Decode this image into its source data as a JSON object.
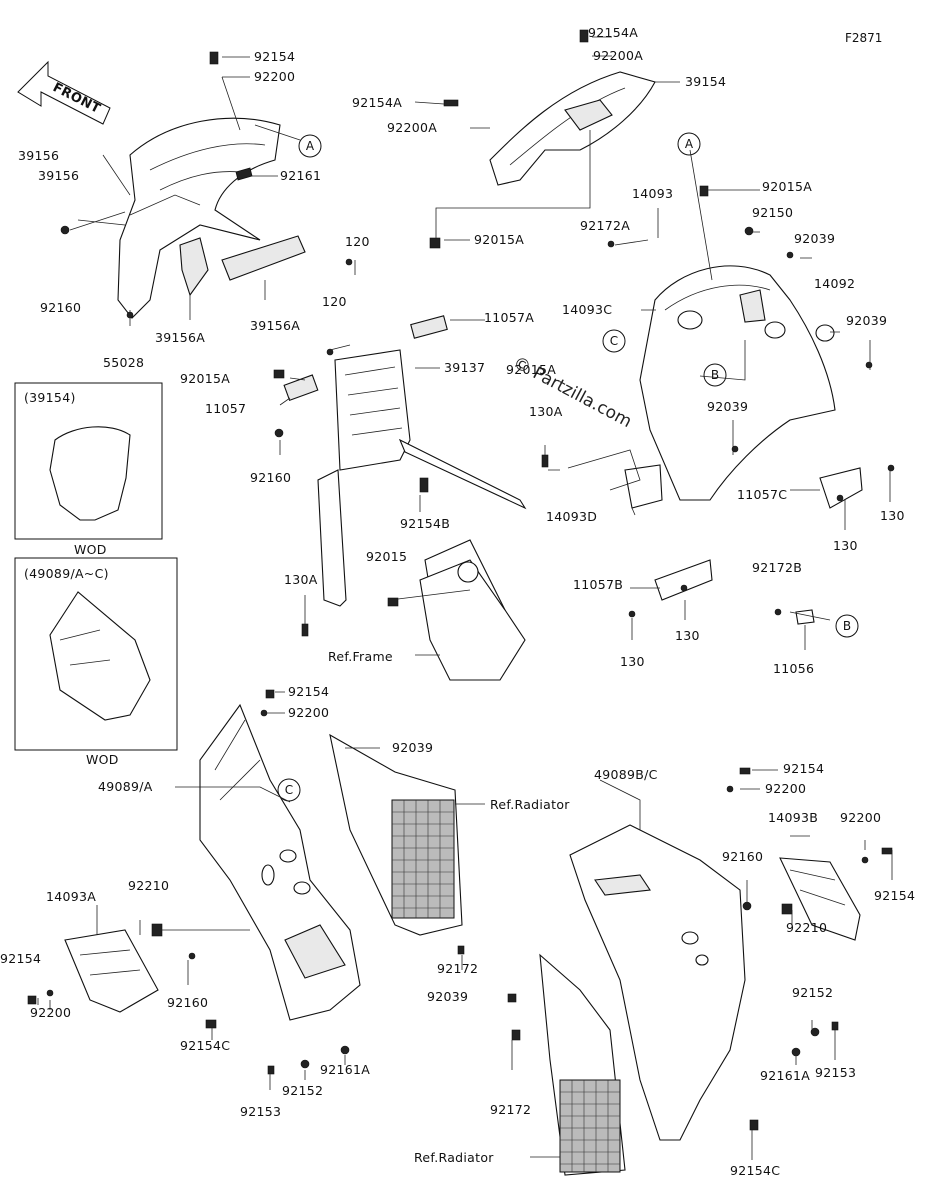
{
  "figure_id": "F2871",
  "front_label": "FRONT",
  "watermark": "© Partzilla.com",
  "ref_labels": {
    "ref_frame": "Ref.Frame",
    "ref_radiator_top": "Ref.Radiator",
    "ref_radiator_bottom": "Ref.Radiator"
  },
  "inset_boxes": [
    {
      "title": "(39154)",
      "caption": "WOD"
    },
    {
      "title": "(49089/A~C)",
      "caption": "WOD"
    }
  ],
  "callouts": [
    "A",
    "A",
    "B",
    "B",
    "C",
    "C"
  ],
  "part_labels": [
    "92154",
    "92200",
    "39156",
    "39156",
    "92161",
    "92160",
    "55028",
    "39156A",
    "39156A",
    "92154A",
    "92200A",
    "92154A",
    "92200A",
    "39154",
    "92015A",
    "11057A",
    "120",
    "120",
    "92015A",
    "11057",
    "39137",
    "92015A",
    "92160",
    "92154B",
    "92015",
    "130A",
    "130A",
    "14093",
    "92172A",
    "92015A",
    "92150",
    "92039",
    "14092",
    "92039",
    "14093C",
    "92039",
    "14093D",
    "11057C",
    "130",
    "130",
    "11057B",
    "130",
    "130",
    "92172B",
    "11056",
    "92154",
    "92200",
    "92039",
    "49089/A",
    "92210",
    "14093A",
    "92154",
    "92200",
    "92160",
    "92154C",
    "92153",
    "92152",
    "92161A",
    "92172",
    "92039",
    "49089B/C",
    "92154",
    "92200",
    "14093B",
    "92200",
    "92154",
    "92160",
    "92210",
    "92152",
    "92153",
    "92172",
    "92161A",
    "92154C"
  ]
}
